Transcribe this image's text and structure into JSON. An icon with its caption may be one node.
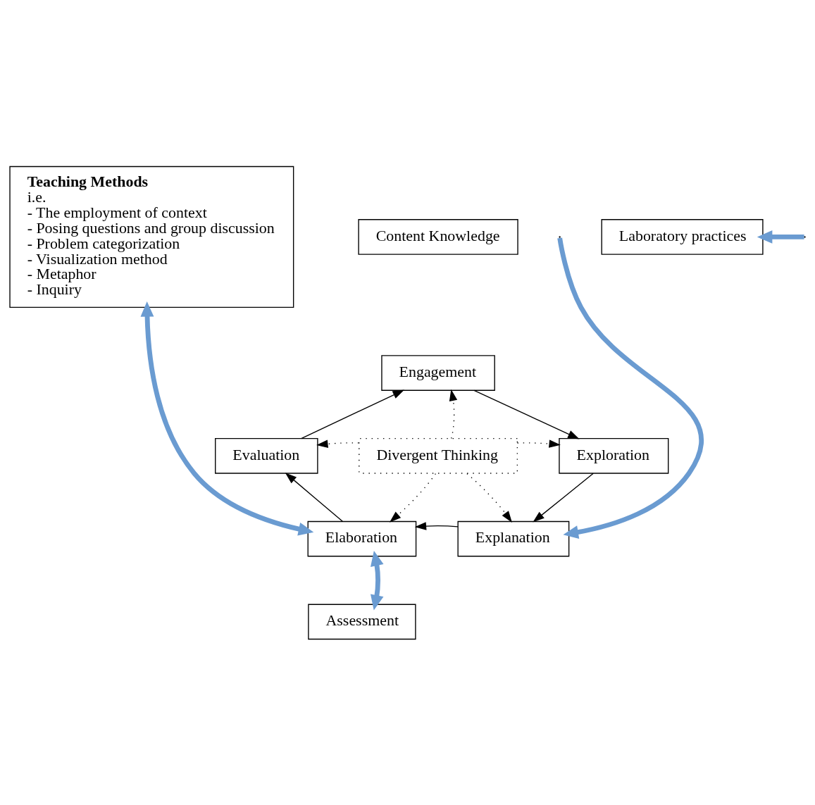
{
  "diagram": {
    "nodes": [
      {
        "text": [
          "Teaching Methods",
          "i.e.",
          "- The employment of context",
          "- Posing questions and group discussion",
          "- Problem categorization",
          "- Visualization method",
          "- Metaphor",
          "- Inquiry"
        ]
      },
      {
        "text": [
          "Content Knowledge"
        ]
      },
      {
        "text": [
          "Laboratory practices"
        ]
      },
      {
        "text": [
          "Engagement"
        ]
      },
      {
        "text": [
          "Divergent Thinking"
        ]
      },
      {
        "text": [
          "Evaluation"
        ]
      },
      {
        "text": [
          "Exploration"
        ]
      },
      {
        "text": [
          "Elaboration"
        ]
      },
      {
        "text": [
          "Explanation"
        ]
      },
      {
        "text": [
          "Assessment"
        ]
      }
    ],
    "edges": [
      {
        "from": 3,
        "to": 6,
        "arrow": "to"
      },
      {
        "from": 6,
        "to": 8,
        "arrow": "to"
      },
      {
        "from": 8,
        "to": 7,
        "arrow": "to"
      },
      {
        "from": 7,
        "to": 5,
        "arrow": "to"
      },
      {
        "from": 5,
        "to": 3,
        "arrow": "to"
      },
      {
        "from": 4,
        "to": 3,
        "arrow": "to",
        "style": "dashed"
      },
      {
        "from": 4,
        "to": 5,
        "arrow": "to",
        "style": "dashed"
      },
      {
        "from": 4,
        "to": 6,
        "arrow": "to",
        "style": "dashed"
      },
      {
        "from": 4,
        "to": 7,
        "arrow": "to",
        "style": "dashed"
      },
      {
        "from": 4,
        "to": 8,
        "arrow": "to",
        "style": "dashed"
      },
      {
        "from": 7,
        "to": 0,
        "arrow": "both",
        "style": "thick",
        "color": "#6a9bd1"
      },
      {
        "from": null,
        "to": 2,
        "arrow": "to",
        "style": "thick",
        "color": "#6a9bd1"
      },
      {
        "from": null,
        "to": 8,
        "arrow": "to",
        "style": "thick",
        "color": "#6a9bd1"
      },
      {
        "from": 7,
        "to": 9,
        "arrow": "both",
        "style": "thick",
        "color": "#6a9bd1"
      }
    ]
  }
}
